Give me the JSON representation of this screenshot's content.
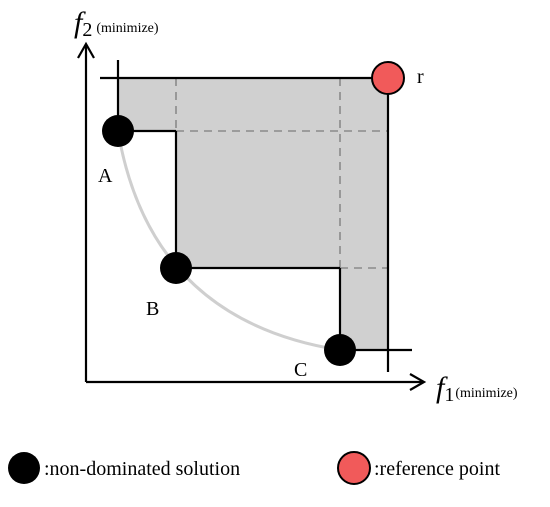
{
  "axes": {
    "y_label_symbol": "f",
    "y_label_subscript": "2",
    "y_label_note": "(minimize)",
    "x_label_symbol": "f",
    "x_label_subscript": "1",
    "x_label_note": "(minimize)"
  },
  "points": {
    "a_label": "A",
    "b_label": "B",
    "c_label": "C",
    "reference_label": "r"
  },
  "legend": {
    "non_dominated_label": ":non-dominated solution",
    "reference_label": ":reference point"
  },
  "colors": {
    "hypervolume_fill": "#d0d0d0",
    "solution": "#000000",
    "reference_point": "#f15a5a",
    "pareto_front": "#cfcfcf",
    "dashed_lines": "#8a8a8a"
  }
}
